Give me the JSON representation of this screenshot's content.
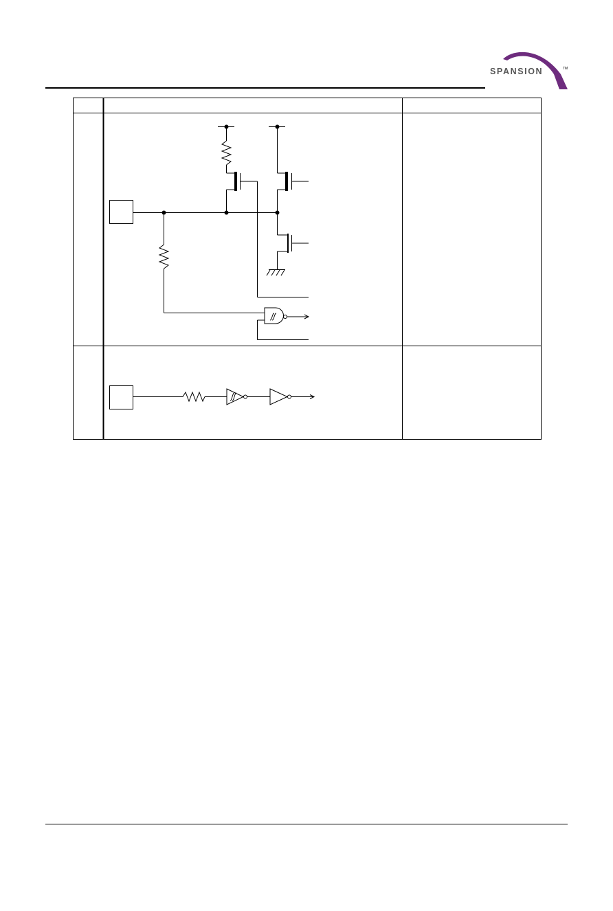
{
  "header": {
    "logo_text": "SPANSION",
    "logo_tm": "TM",
    "brand_color": "#6e2c7e"
  },
  "table": {
    "columns": [
      "",
      "",
      ""
    ],
    "rows": [
      {
        "type": "",
        "circuit": "open-drain-nmos-pmos-pullup-resistor-schmitt-nand-input",
        "remarks": ""
      },
      {
        "type": "",
        "circuit": "resistor-schmitt-inverter-buffer-input",
        "remarks": ""
      }
    ]
  }
}
